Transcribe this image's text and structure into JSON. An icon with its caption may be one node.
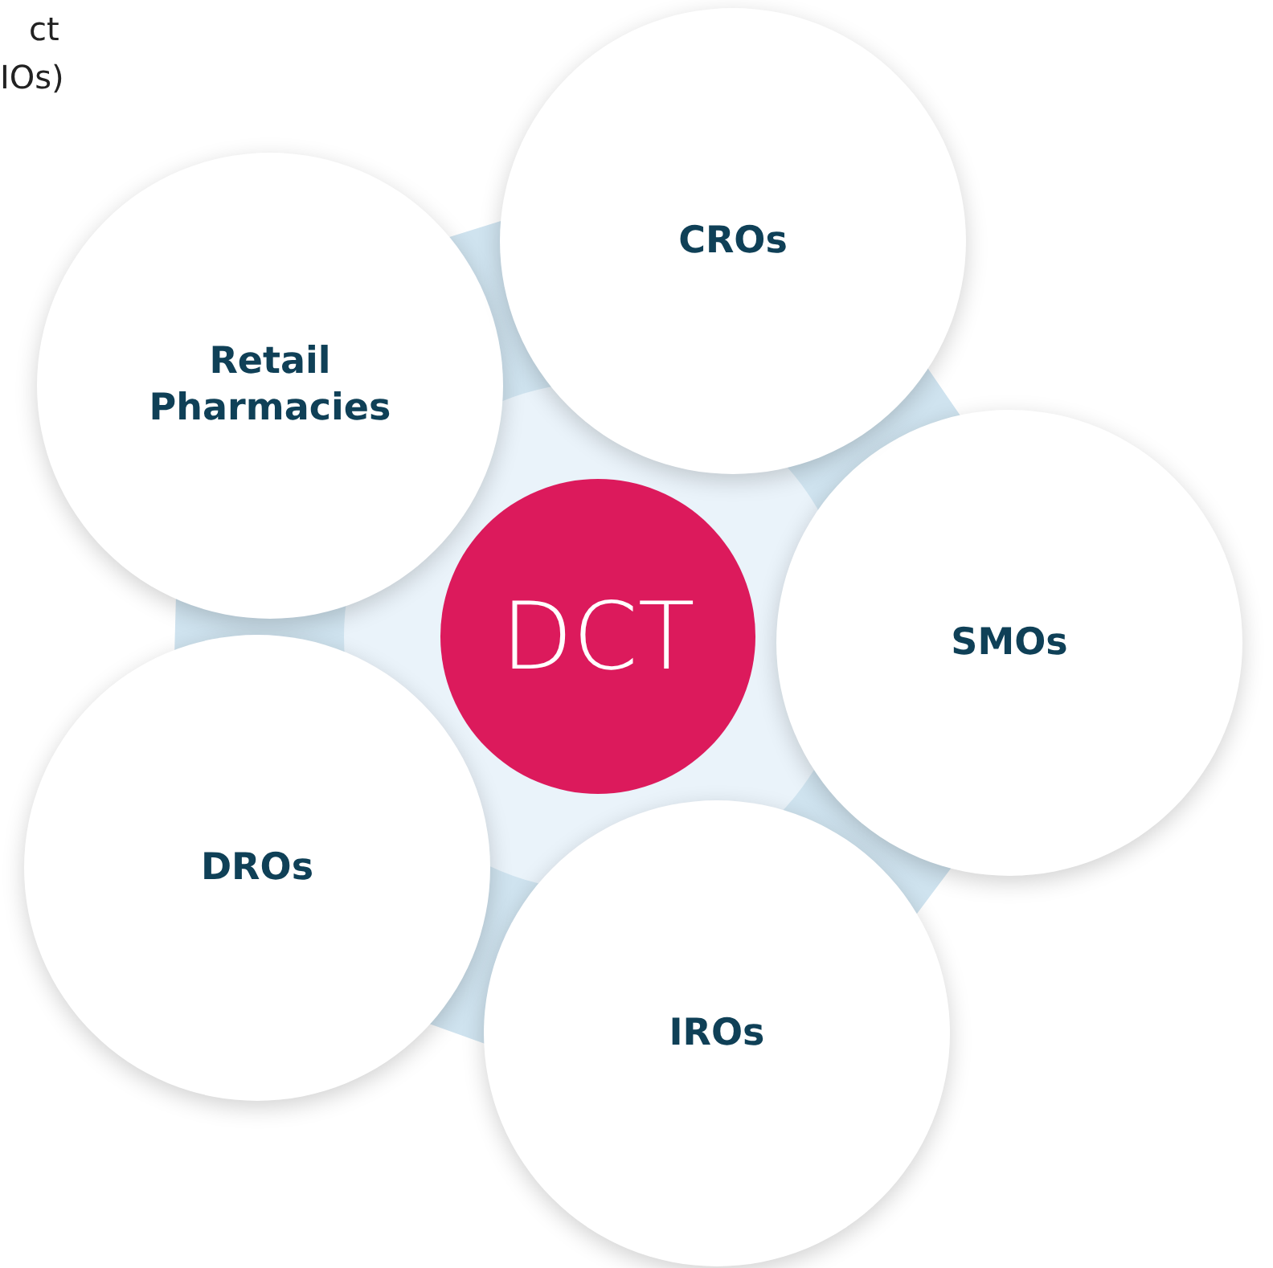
{
  "diagram": {
    "nodes": [
      {
        "text": [
          "Retail Pharmacies"
        ]
      },
      {
        "text": [
          "CROs"
        ]
      },
      {
        "text": [
          "DCT"
        ]
      },
      {
        "text": [
          "SMOs"
        ]
      },
      {
        "text": [
          "DROs"
        ]
      },
      {
        "text": [
          "IROs"
        ]
      }
    ],
    "edges": [],
    "labels": [
      "ct",
      "IOs)"
    ]
  }
}
